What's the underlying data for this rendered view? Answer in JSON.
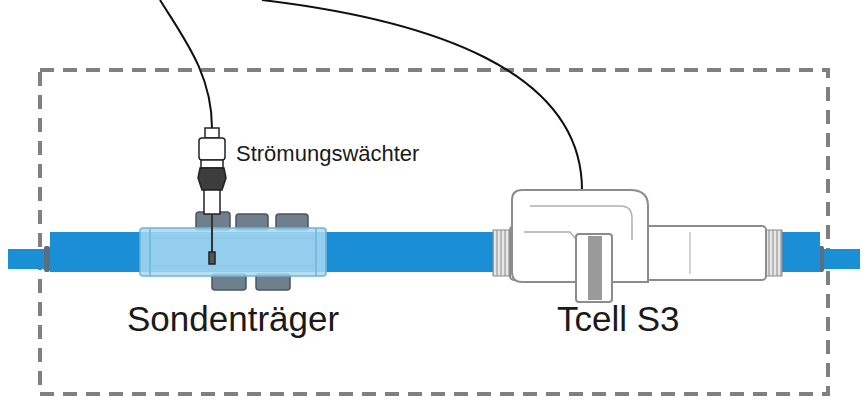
{
  "diagram": {
    "labels": [
      "Strömungswächter",
      "Sondenträger",
      "Tcell S3"
    ]
  }
}
